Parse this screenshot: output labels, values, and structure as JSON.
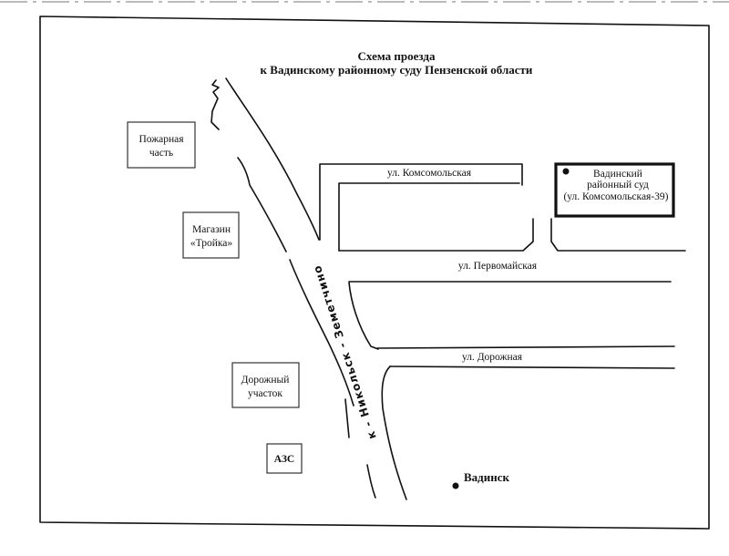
{
  "title": {
    "line1": "Схема проезда",
    "line2": "к Вадинскому районному суду Пензенской области"
  },
  "landmarks": {
    "fire_station": [
      "Пожарная",
      "часть"
    ],
    "shop": [
      "Магазин",
      "«Тройка»"
    ],
    "road_section": [
      "Дорожный",
      "участок"
    ],
    "gas_station": "АЗС"
  },
  "court": {
    "lines": [
      "Вадинский",
      "районный  суд",
      "(ул. Комсомольская-39)"
    ]
  },
  "streets": {
    "komsomolskaya": "ул. Комсомольская",
    "pervomayskaya": "ул. Первомайская",
    "dorozhnaya": "ул. Дорожная",
    "highway": "к - Никольск  -  Земетчино"
  },
  "town": "Вадинск"
}
